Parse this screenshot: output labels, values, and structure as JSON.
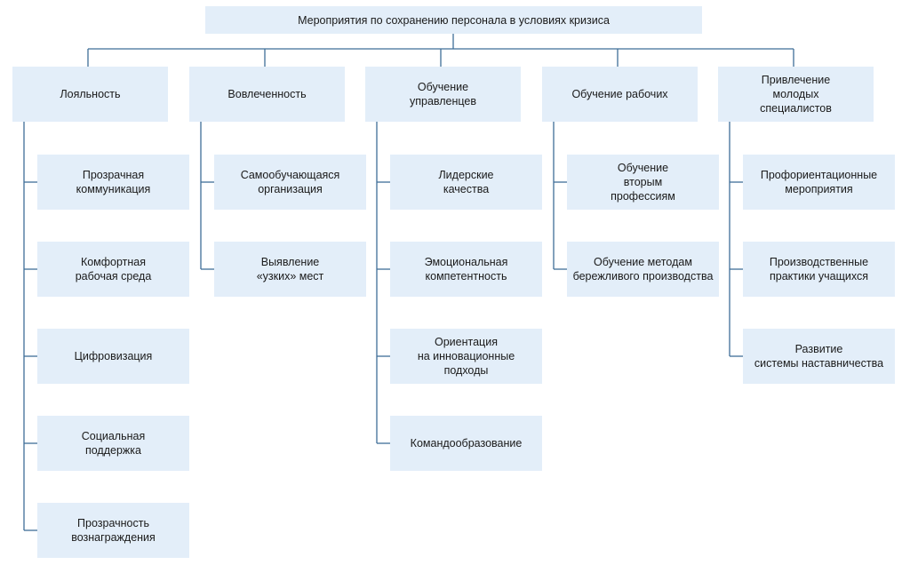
{
  "title": "Мероприятия по сохранению персонала в условиях кризиса",
  "columns": [
    {
      "label": "Лояльность",
      "items": [
        "Прозрачная\nкоммуникация",
        "Комфортная\nрабочая среда",
        "Цифровизация",
        "Социальная\nподдержка",
        "Прозрачность\nвознаграждения"
      ]
    },
    {
      "label": "Вовлеченность",
      "items": [
        "Самообучающаяся\nорганизация",
        "Выявление\n«узких» мест"
      ]
    },
    {
      "label": "Обучение\nуправленцев",
      "items": [
        "Лидерские\nкачества",
        "Эмоциональная\nкомпетентность",
        "Ориентация\nна инновационные\nподходы",
        "Командообразование"
      ]
    },
    {
      "label": "Обучение рабочих",
      "items": [
        "Обучение\nвторым\nпрофессиям",
        "Обучение методам\nбережливого производства"
      ]
    },
    {
      "label": "Привлечение\nмолодых\nспециалистов",
      "items": [
        "Профориентационные\nмероприятия",
        "Производственные\nпрактики учащихся",
        "Развитие\nсистемы наставничества"
      ]
    }
  ]
}
